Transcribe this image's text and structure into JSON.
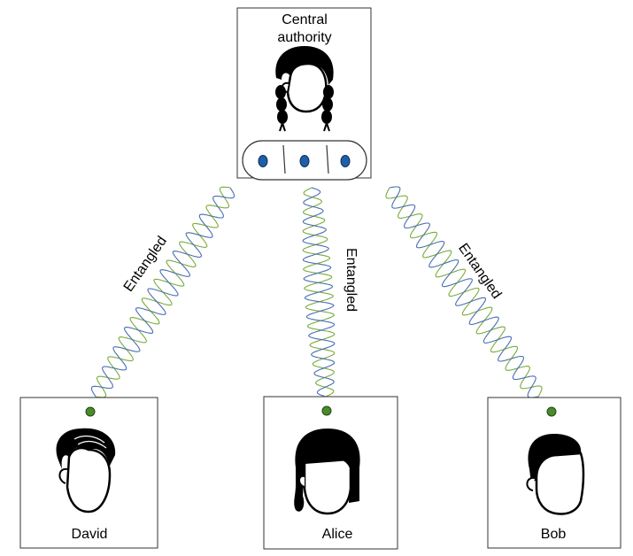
{
  "central": {
    "label_line1": "Central",
    "label_line2": "authority",
    "qubit_count": 3
  },
  "users": [
    {
      "name": "David"
    },
    {
      "name": "Alice"
    },
    {
      "name": "Bob"
    }
  ],
  "links": [
    {
      "label": "Entangled"
    },
    {
      "label": "Entangled"
    },
    {
      "label": "Entangled"
    }
  ],
  "colors": {
    "qubit_blue": "#1f5fa8",
    "qubit_green": "#4a8a2c",
    "strand_green": "#7aab3c",
    "strand_blue": "#4a6fb0",
    "outline": "#333333",
    "hair": "#000000"
  },
  "icons": [
    "woman-braids-icon",
    "man-wavy-hair-icon",
    "girl-bob-hair-icon",
    "man-short-hair-icon"
  ]
}
